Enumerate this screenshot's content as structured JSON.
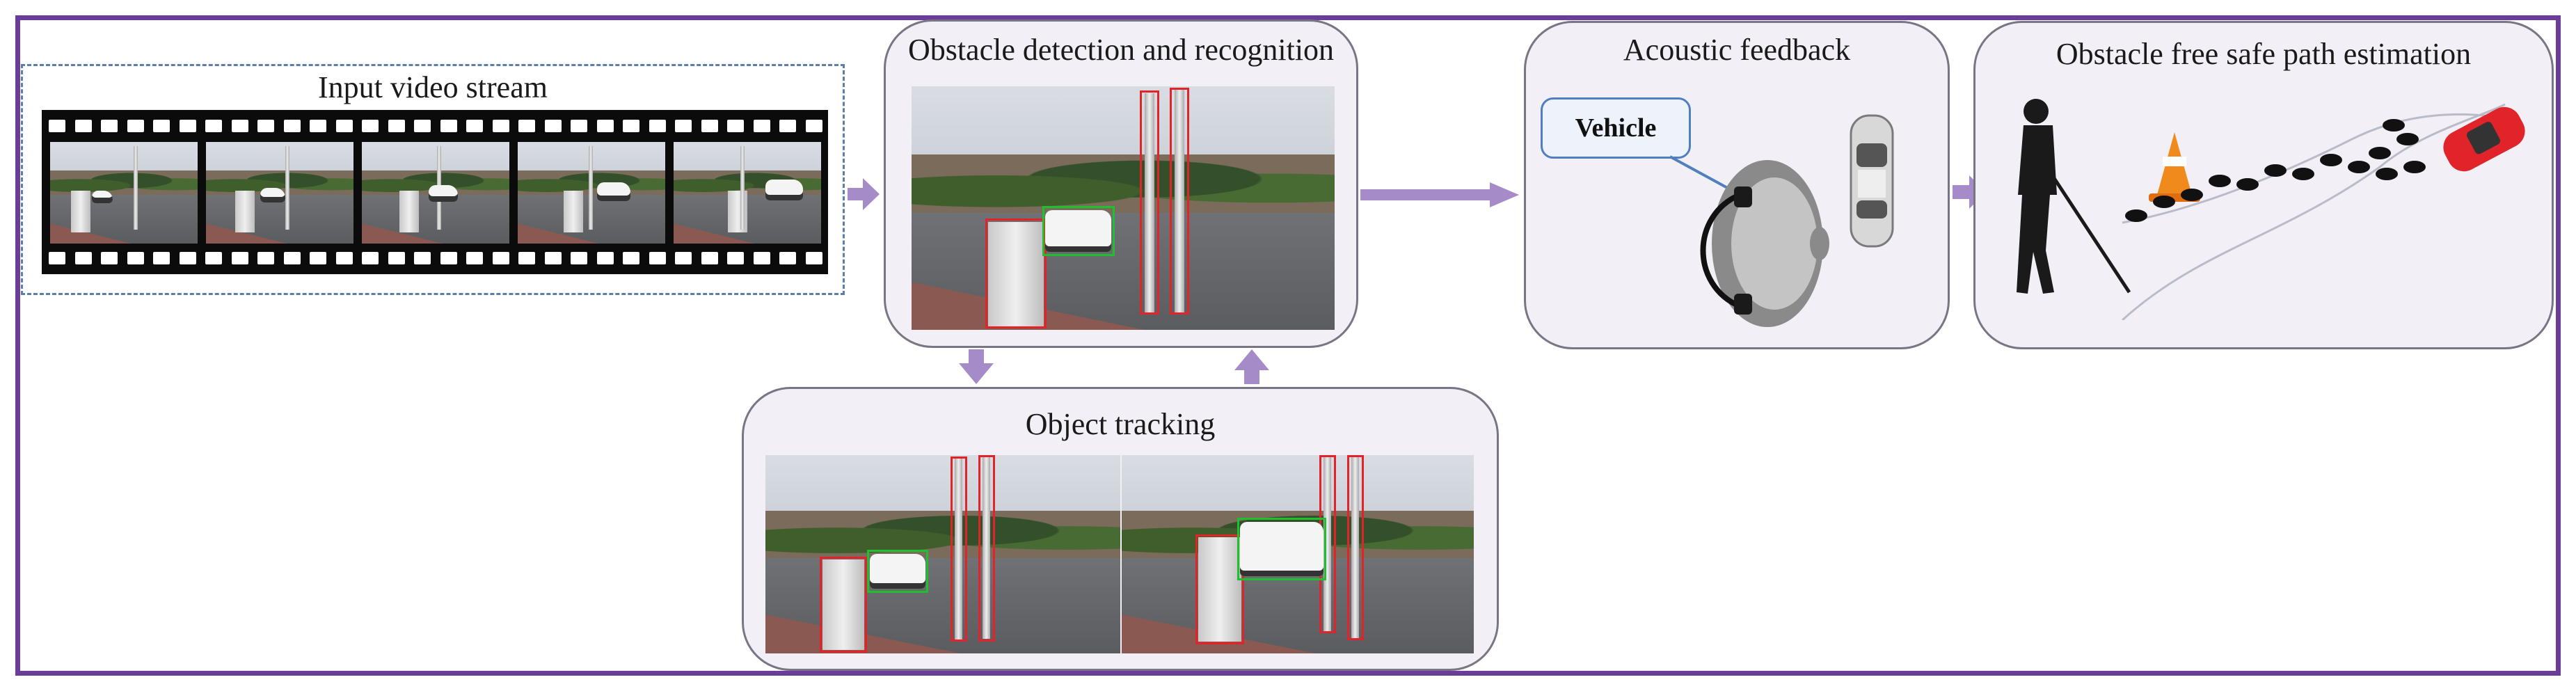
{
  "blocks": {
    "input_video": {
      "title": "Input video stream"
    },
    "detection": {
      "title": "Obstacle detection and recognition"
    },
    "tracking": {
      "title": "Object tracking"
    },
    "acoustic": {
      "title": "Acoustic feedback",
      "bubble_text": "Vehicle"
    },
    "safe_path": {
      "title": "Obstacle free safe path estimation"
    }
  },
  "colors": {
    "frame": "#6a3e98",
    "arrow": "#a58bc8",
    "detection_box": "#e0242a",
    "tracking_box": "#1fbf2f"
  },
  "icons": [
    "film-strip-icon",
    "head-headphones-icon",
    "car-top-view-icon",
    "blind-person-icon",
    "traffic-cone-icon",
    "footprints-icon",
    "red-car-icon"
  ]
}
